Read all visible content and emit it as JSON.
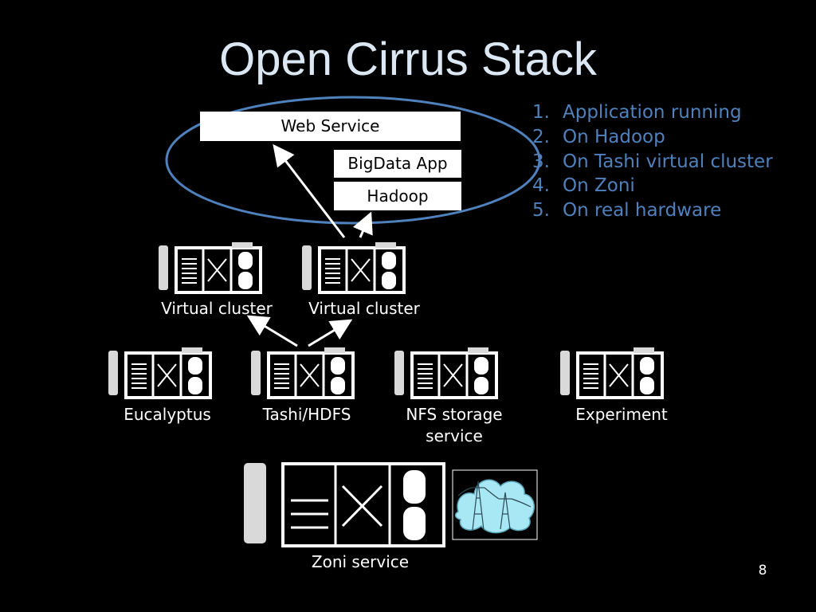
{
  "slide": {
    "title": "Open Cirrus Stack",
    "page_number": "8"
  },
  "stack": {
    "web_service": "Web Service",
    "bigdata_app": "BigData App",
    "hadoop": "Hadoop"
  },
  "virtual_clusters": [
    {
      "label": "Virtual cluster"
    },
    {
      "label": "Virtual cluster"
    }
  ],
  "services": [
    {
      "label": "Eucalyptus"
    },
    {
      "label": "Tashi/HDFS"
    },
    {
      "label": "NFS storage service"
    },
    {
      "label": "Experiment"
    }
  ],
  "zoni": {
    "label": "Zoni service"
  },
  "steps": [
    {
      "num": "1.",
      "text": "Application running"
    },
    {
      "num": "2.",
      "text": "On Hadoop"
    },
    {
      "num": "3.",
      "text": "On Tashi virtual cluster"
    },
    {
      "num": "4.",
      "text": "On Zoni"
    },
    {
      "num": "5.",
      "text": "On real hardware"
    }
  ],
  "colors": {
    "background": "#000000",
    "title": "#dbe8f4",
    "accent": "#4f81bd",
    "cloud": "#a8e8f4"
  }
}
